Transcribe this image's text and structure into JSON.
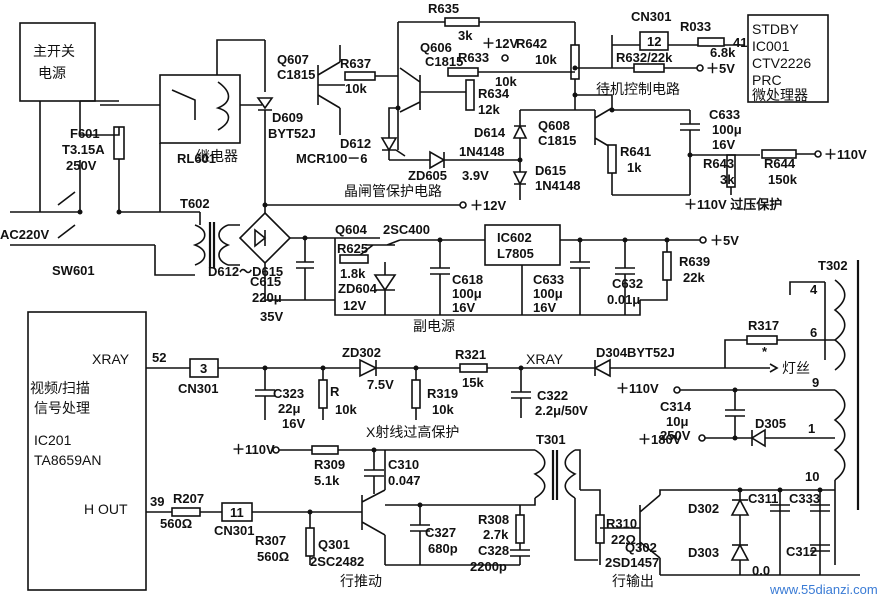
{
  "blocks": {
    "main_switch": "主开关\n电源",
    "stdby_ic": [
      "STDBY",
      "IC001",
      "CTV2226",
      "PRC",
      "微处理器"
    ],
    "ic201": [
      "视频/扫描",
      "信号处理",
      "IC201",
      "TA8659AN"
    ]
  },
  "labels": {
    "f601": "F601",
    "t315a": "T3.15A",
    "v250": "250V",
    "rl601": "RL601",
    "relay": "继电器",
    "ac220": "AC220V",
    "sw601": "SW601",
    "t602": "T602",
    "q607": "Q607",
    "c1815a": "C1815",
    "r637": "R637",
    "r637v": "10k",
    "d609": "D609",
    "byt52j": "BYT52J",
    "d612": "D612",
    "mcr100": "MCR100－6",
    "zd605": "ZD605",
    "zd605v": "3.9V",
    "scr_prot": "晶闸管保护电路",
    "r635": "R635",
    "r635v": "3k",
    "q606": "Q606",
    "c1815b": "C1815",
    "v12": "＋12V",
    "r642": "R642",
    "r642v": "10k",
    "r633": "R633",
    "r633v": "10k",
    "r634": "R634",
    "r634v": "12k",
    "cn301a": "CN301",
    "pin12": "12",
    "r033": "R033",
    "r033v": "6.8k",
    "pin41": "41",
    "r632": "R632/22k",
    "v5a": "＋5V",
    "standby_ctrl": "待机控制电路",
    "d614": "D614",
    "in4148a": "1N4148",
    "q608": "Q608",
    "c1815c": "C1815",
    "d615": "D615",
    "in4148b": "1N4148",
    "r641": "R641",
    "r641v": "1k",
    "c633a": "C633",
    "c633av": "100μ",
    "c633a16": "16V",
    "r643": "R643",
    "r643v": "3k",
    "r644": "R644",
    "r644v": "150k",
    "v110a": "＋110V",
    "v12b": "＋12V",
    "ovp": "＋110V 过压保护",
    "q604": "Q604",
    "sc400": "2SC400",
    "r625": "R625",
    "r625v": "1.8k",
    "zd604": "ZD604",
    "zd604v": "12V",
    "d612d615": "D612～D615",
    "c615": "C615",
    "c615v": "220μ",
    "c615vv": "35V",
    "c618": "C618",
    "c618v": "100μ",
    "c618vv": "16V",
    "ic602": "IC602",
    "l7805": "L7805",
    "c633b": "C633",
    "c633bv": "100μ",
    "c633bvv": "16V",
    "c632": "C632",
    "c632v": "0.01μ",
    "r639": "R639",
    "r639v": "22k",
    "v5b": "＋5V",
    "sub_power": "副电源",
    "t302": "T302",
    "xray_in": "XRAY",
    "pin52": "52",
    "cn301b": "CN301",
    "pin3": "3",
    "zd302": "ZD302",
    "zd302v": "7.5V",
    "r321": "R321",
    "r321v": "15k",
    "xray2": "XRAY",
    "d304": "D304",
    "byt52j2": "BYT52J",
    "r317": "R317",
    "star": "*",
    "heater": "灯丝",
    "c323": "C323",
    "c323v": "22μ",
    "c323vv": "16V",
    "r": "R",
    "r10k": "10k",
    "r319": "R319",
    "r319v": "10k",
    "c322": "C322",
    "c322v": "2.2μ/50V",
    "xray_prot": "X射线过高保护",
    "v110b": "＋110V",
    "c314": "C314",
    "c314v": "10μ",
    "c314vv": "250V",
    "d305": "D305",
    "v180": "＋180V",
    "v110c": "＋110V",
    "r309": "R309",
    "r309v": "5.1k",
    "c310": "C310",
    "c310v": "0.047",
    "t301": "T301",
    "hout": "H OUT",
    "pin39": "39",
    "r207": "R207",
    "r207v": "560Ω",
    "cn301c": "CN301",
    "pin11": "11",
    "r307": "R307",
    "r307v": "560Ω",
    "q301": "Q301",
    "sc2482": "2SC2482",
    "h_drive": "行推动",
    "c327": "C327",
    "c327v": "680p",
    "r308": "R308",
    "r308v": "2.7k",
    "c328": "C328",
    "c328v": "2200p",
    "r310": "R310",
    "r310v": "22Ω",
    "q302": "Q302",
    "sd1457": "2SD1457",
    "h_out": "行输出",
    "d302": "D302",
    "c311": "C311",
    "c333": "C333",
    "d303": "D303",
    "c312": "C312",
    "c312v": "0.0",
    "pin4": "4",
    "pin6": "6",
    "pin9": "9",
    "pin1": "1",
    "pin10": "10"
  },
  "watermark": "www.55dianzi.com"
}
